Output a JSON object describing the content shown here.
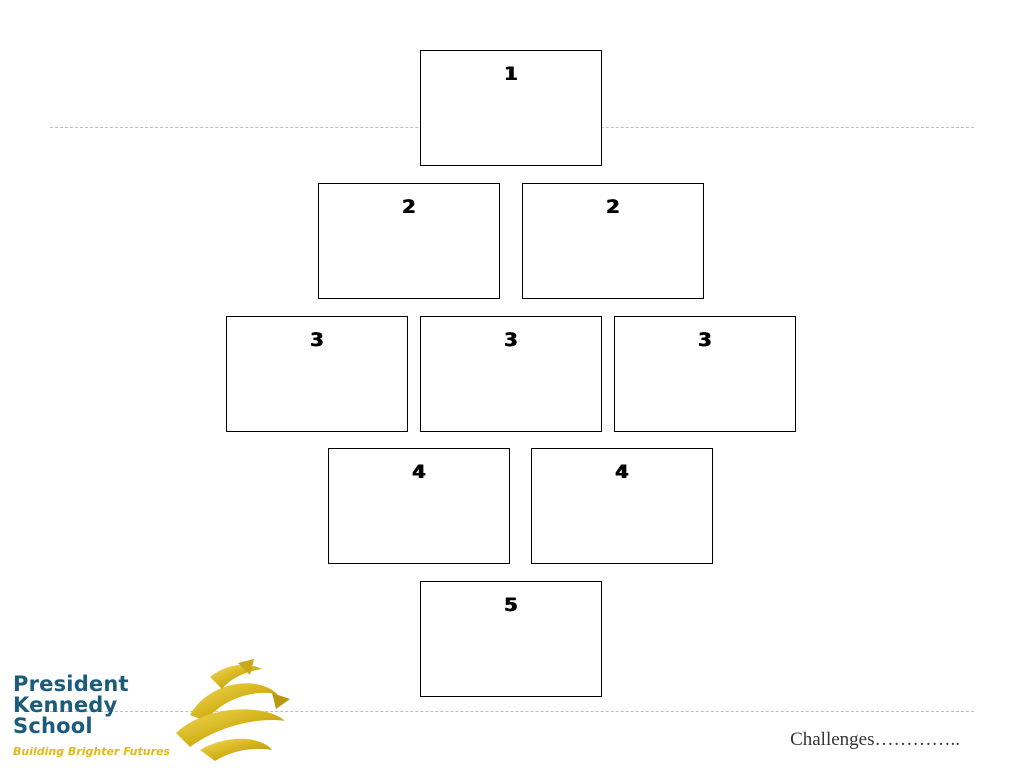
{
  "boxes": [
    {
      "label": "1"
    },
    {
      "label": "2"
    },
    {
      "label": "2"
    },
    {
      "label": "3"
    },
    {
      "label": "3"
    },
    {
      "label": "3"
    },
    {
      "label": "4"
    },
    {
      "label": "4"
    },
    {
      "label": "5"
    }
  ],
  "logo": {
    "line1": "President",
    "line2": "Kennedy",
    "line3": "School",
    "tagline": "Building Brighter Futures"
  },
  "footer": {
    "text": "Challenges………….."
  },
  "colors": {
    "logo_text": "#1b5c7a",
    "logo_ribbon": "#d9b81f",
    "rule": "#b9bec3"
  }
}
